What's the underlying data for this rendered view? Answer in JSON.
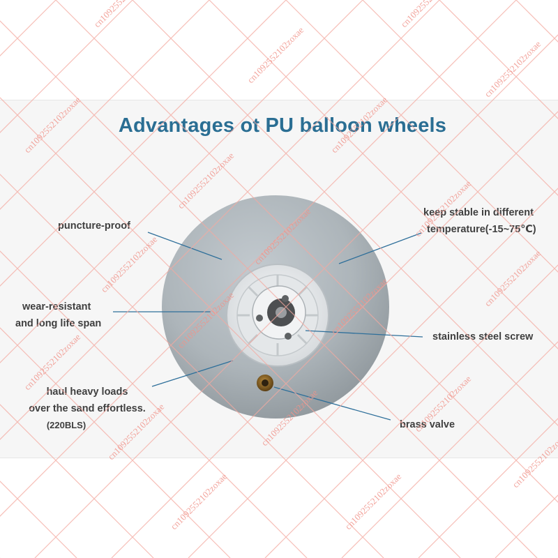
{
  "title": "Advantages ot PU balloon wheels",
  "labels": {
    "puncture": "puncture-proof",
    "stable_line1": "keep stable in different",
    "stable_line2": "temperature(-15~75℃)",
    "wear_line1": "wear-resistant",
    "wear_line2": "and long life span",
    "screw": "stainless steel screw",
    "haul_line1": "haul heavy loads",
    "haul_line2": "over the sand effortless.",
    "haul_line3": "(220BLS)",
    "valve": "brass valve"
  },
  "watermark": "cn1092552102zoxae",
  "colors": {
    "title": "#2a6e93",
    "label": "#3f3f3f",
    "leader_line": "#2e6f9a",
    "tire": "#aeb6bb",
    "hub": "#eef0f1",
    "watermark_grid": "#f4a9a0"
  }
}
